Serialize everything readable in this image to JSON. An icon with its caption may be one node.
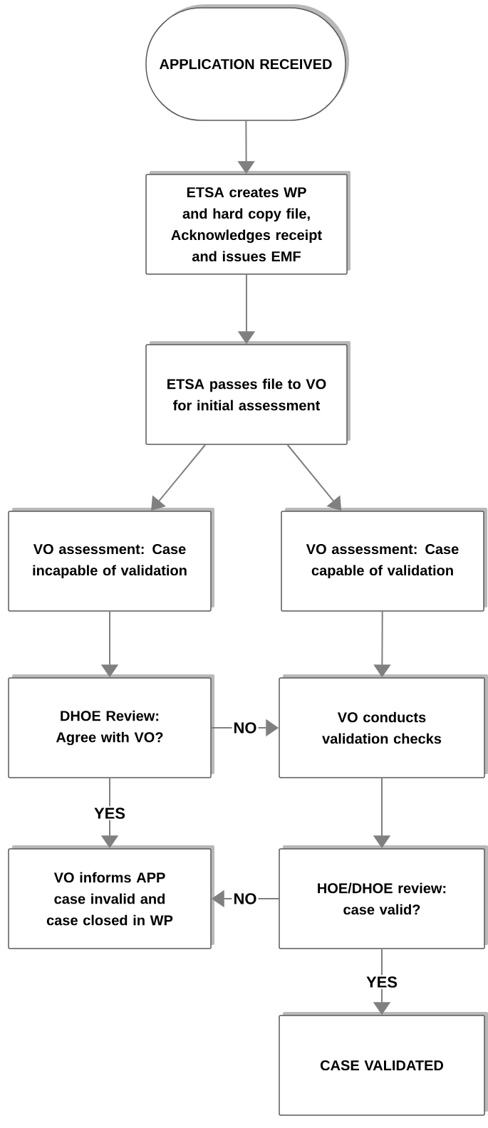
{
  "diagram": {
    "nodes": [
      {
        "text": [
          "APPLICATION RECEIVED"
        ]
      },
      {
        "text": [
          "ETSA creates WP and hard copy file, Acknowledges receipt and issues EMF"
        ]
      },
      {
        "text": [
          "ETSA passes file to VO for initial assessment"
        ]
      },
      {
        "text": [
          "VO assessment: Case incapable of validation"
        ]
      },
      {
        "text": [
          "VO assessment: Case capable of validation"
        ]
      },
      {
        "text": [
          "DHOE Review: Agree with VO?"
        ]
      },
      {
        "text": [
          "VO conducts validation checks"
        ]
      },
      {
        "text": [
          "VO informs APP case invalid and case closed in WP"
        ]
      },
      {
        "text": [
          "HOE/DHOE review: case valid?"
        ]
      },
      {
        "text": [
          "CASE VALIDATED"
        ]
      }
    ],
    "edges": [
      {
        "from": 0,
        "to": 1,
        "arrow": "to"
      },
      {
        "from": 1,
        "to": 2,
        "arrow": "to"
      },
      {
        "from": 2,
        "to": 3,
        "arrow": "to"
      },
      {
        "from": 2,
        "to": 4,
        "arrow": "to"
      },
      {
        "from": 3,
        "to": 5,
        "arrow": "to"
      },
      {
        "from": 4,
        "to": 6,
        "arrow": "to"
      },
      {
        "from": 5,
        "to": 6,
        "arrow": "to",
        "label": "NO"
      },
      {
        "from": 5,
        "to": 7,
        "arrow": "to",
        "label": "YES"
      },
      {
        "from": 6,
        "to": 8,
        "arrow": "to"
      },
      {
        "from": 8,
        "to": 7,
        "arrow": "to",
        "label": "NO"
      },
      {
        "from": 8,
        "to": 9,
        "arrow": "to",
        "label": "YES"
      }
    ]
  }
}
